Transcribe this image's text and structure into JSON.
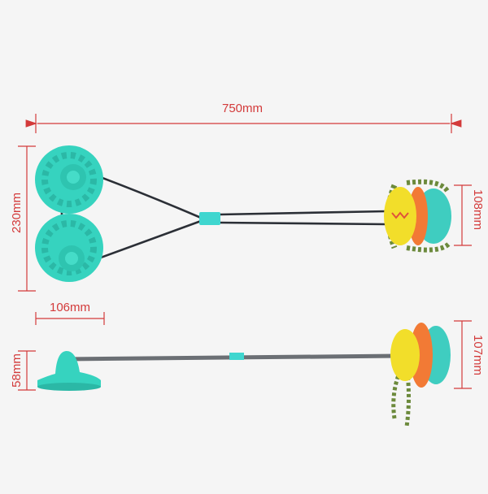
{
  "dimensions": {
    "total_length": "750mm",
    "double_cup_height": "230mm",
    "cup_width": "106mm",
    "ball_height_top": "108mm",
    "base_height": "58mm",
    "ball_height_side": "107mm"
  },
  "colors": {
    "dimension": "#d33a3a",
    "cup": "#36d3bf",
    "ball_yellow": "#f2de2a",
    "ball_orange": "#f27a35",
    "ball_teal": "#3fcdc0",
    "background": "#f5f5f5"
  }
}
